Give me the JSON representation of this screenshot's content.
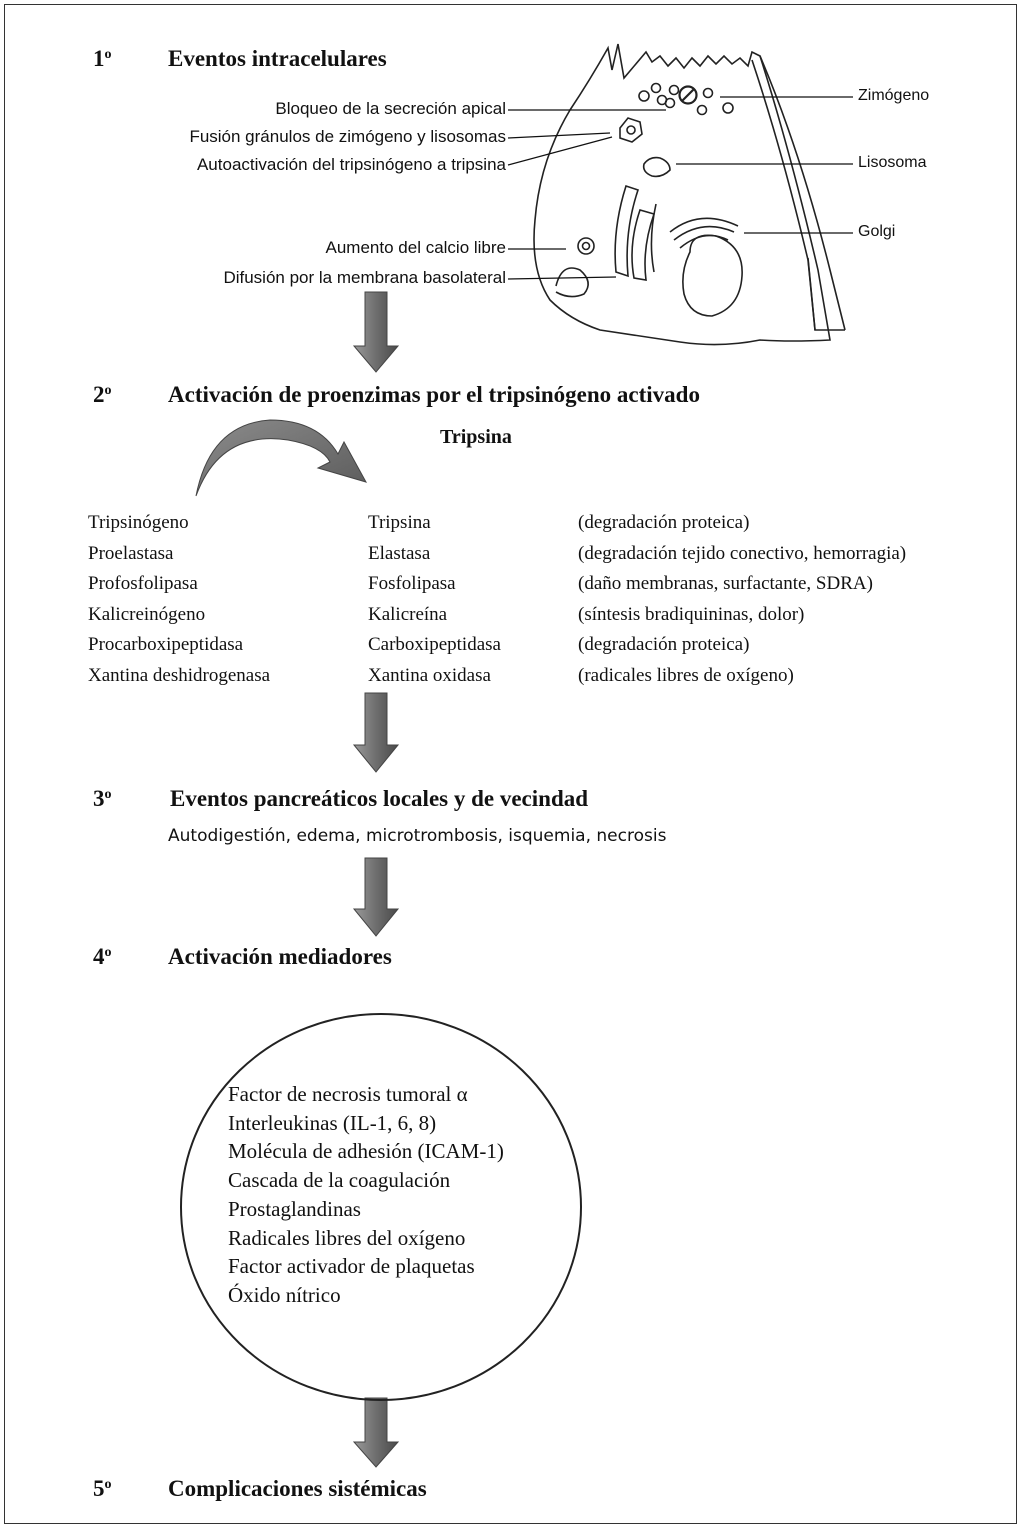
{
  "steps": [
    {
      "number": "1",
      "ordinal": "o",
      "title": "Eventos intracelulares"
    },
    {
      "number": "2",
      "ordinal": "o",
      "title": "Activación de proenzimas por el tripsinógeno activado"
    },
    {
      "number": "3",
      "ordinal": "o",
      "title": "Eventos pancreáticos locales y de vecindad"
    },
    {
      "number": "4",
      "ordinal": "o",
      "title": "Activación mediadores"
    },
    {
      "number": "5",
      "ordinal": "o",
      "title": "Complicaciones sistémicas"
    }
  ],
  "cell_events": [
    "Bloqueo de la secreción apical",
    "Fusión gránulos de zimógeno y lisosomas",
    "Autoactivación del tripsinógeno a tripsina",
    "Aumento del calcio libre",
    "Difusión por la membrana basolateral"
  ],
  "organelles": [
    "Zimógeno",
    "Lisosoma",
    "Golgi"
  ],
  "activator_label": "Tripsina",
  "activation_table": [
    {
      "proenzyme": "Tripsinógeno",
      "enzyme": "Tripsina",
      "effect": "(degradación proteica)"
    },
    {
      "proenzyme": "Proelastasa",
      "enzyme": "Elastasa",
      "effect": "(degradación tejido conectivo, hemorragia)"
    },
    {
      "proenzyme": "Profosfolipasa",
      "enzyme": "Fosfolipasa",
      "effect": "(daño membranas, surfactante, SDRA)"
    },
    {
      "proenzyme": "Kalicreinógeno",
      "enzyme": "Kalicreína",
      "effect": "(síntesis bradiquininas, dolor)"
    },
    {
      "proenzyme": "Procarboxipeptidasa",
      "enzyme": "Carboxipeptidasa",
      "effect": "(degradación proteica)"
    },
    {
      "proenzyme": "Xantina deshidrogenasa",
      "enzyme": "Xantina oxidasa",
      "effect": "(radicales libres de oxígeno)"
    }
  ],
  "local_events": "Autodigestión, edema,  microtrombosis, isquemia, necrosis",
  "mediators": [
    "Factor de necrosis tumoral α",
    "Interleukinas (IL-1, 6, 8)",
    "Molécula de adhesión (ICAM-1)",
    "Cascada de la coagulación",
    "Prostaglandinas",
    "Radicales libres del oxígeno",
    "Factor activador de plaquetas",
    "Óxido nítrico"
  ]
}
